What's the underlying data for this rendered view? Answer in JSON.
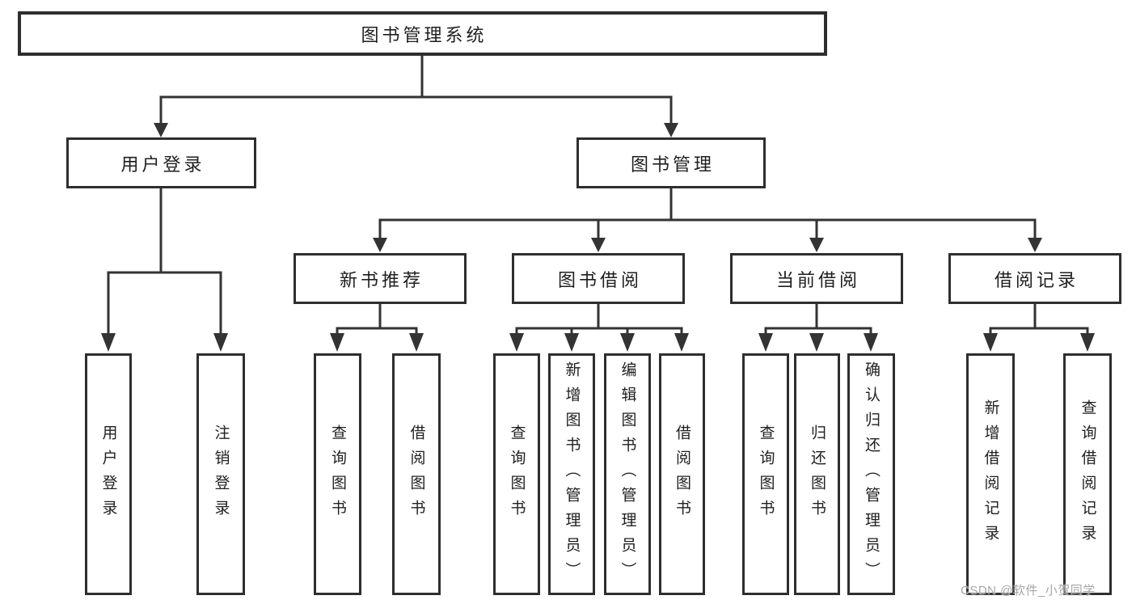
{
  "diagram": {
    "root": {
      "label": "图书管理系统"
    },
    "level2": [
      {
        "label": "用户登录",
        "children": [
          "用户登录",
          "注销登录"
        ]
      },
      {
        "label": "图书管理",
        "children": [
          "新书推荐",
          "图书借阅",
          "当前借阅",
          "借阅记录"
        ]
      }
    ],
    "level3": [
      {
        "label": "新书推荐",
        "children": [
          "查询图书",
          "借阅图书"
        ]
      },
      {
        "label": "图书借阅",
        "children": [
          "查询图书",
          "新增图书（管理员）",
          "编辑图书（管理员）",
          "借阅图书"
        ]
      },
      {
        "label": "当前借阅",
        "children": [
          "查询图书",
          "归还图书",
          "确认归还（管理员）"
        ]
      },
      {
        "label": "借阅记录",
        "children": [
          "新增借阅记录",
          "查询借阅记录"
        ]
      }
    ],
    "leaves": [
      {
        "label": "用户登录"
      },
      {
        "label": "注销登录"
      },
      {
        "label": "查询图书"
      },
      {
        "label": "借阅图书"
      },
      {
        "label": "查询图书"
      },
      {
        "label": "新增图书（管理员）"
      },
      {
        "label": "编辑图书（管理员）"
      },
      {
        "label": "借阅图书"
      },
      {
        "label": "查询图书"
      },
      {
        "label": "归还图书"
      },
      {
        "label": "确认归还（管理员）"
      },
      {
        "label": "新增借阅记录"
      },
      {
        "label": "查询借阅记录"
      }
    ],
    "watermark": "CSDN @软件_小贺同学",
    "colors": {
      "line": "#333333",
      "box_border": "#2e2e2e",
      "box_background": "#ffffff",
      "text": "#1f1f1f",
      "watermark": "#a6a6a6"
    }
  }
}
